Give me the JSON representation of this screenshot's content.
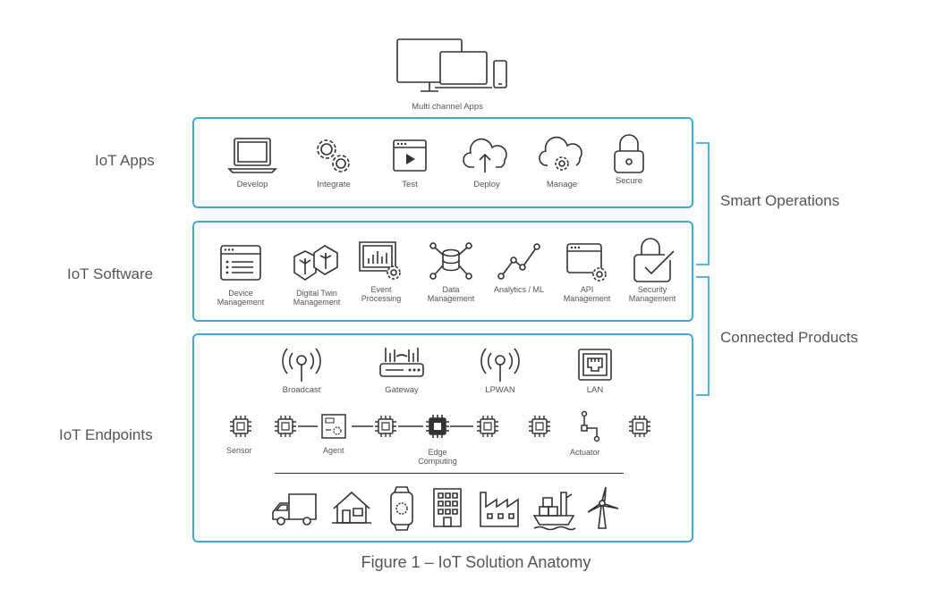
{
  "top": {
    "label": "Multi channel Apps"
  },
  "layers": {
    "apps": {
      "label": "IoT Apps",
      "items": [
        "Develop",
        "Integrate",
        "Test",
        "Deploy",
        "Manage",
        "Secure"
      ]
    },
    "software": {
      "label": "IoT Software",
      "items": [
        [
          "Device",
          "Management"
        ],
        [
          "Digital Twin",
          "Management"
        ],
        [
          "Event",
          "Processing"
        ],
        [
          "Data",
          "Management"
        ],
        [
          "Analytics / ML",
          ""
        ],
        [
          "API",
          "Management"
        ],
        [
          "Security",
          "Management"
        ]
      ]
    },
    "endpoints": {
      "label": "IoT Endpoints",
      "connectivity": [
        "Broadcast",
        "Gateway",
        "LPWAN",
        "LAN"
      ],
      "devices": {
        "sensor": "Sensor",
        "agent": "Agent",
        "edge_1": "Edge",
        "edge_2": "Computing",
        "actuator": "Actuator"
      }
    }
  },
  "side": {
    "smart_operations": "Smart Operations",
    "connected_products": "Connected Products"
  },
  "caption": "Figure 1 – IoT Solution Anatomy",
  "colors": {
    "accent": "#3fa9d6",
    "icon": "#333333",
    "text": "#555555"
  }
}
